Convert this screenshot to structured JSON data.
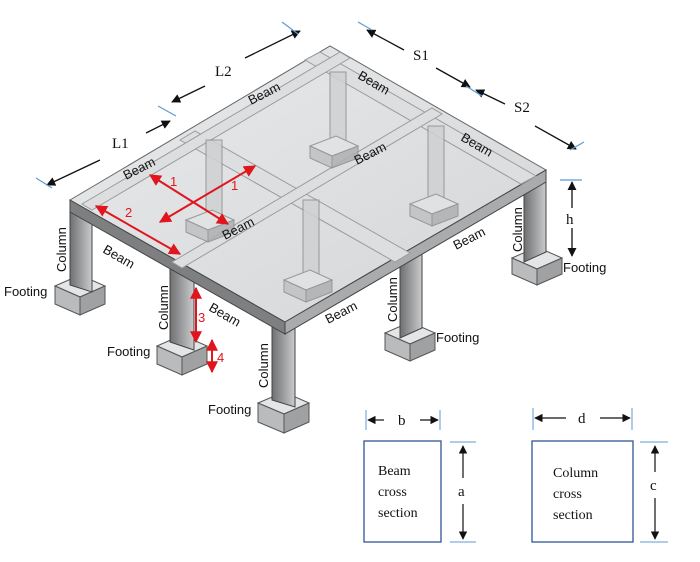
{
  "labels": {
    "beam": "Beam",
    "column": "Column",
    "footing": "Footing"
  },
  "dimensions": {
    "l1": "L1",
    "l2": "L2",
    "s1": "S1",
    "s2": "S2",
    "h": "h",
    "b": "b",
    "a": "a",
    "d": "d",
    "c": "c"
  },
  "markers": {
    "m1": "1",
    "m2": "2",
    "m3": "3",
    "m4": "4"
  },
  "beam_section": {
    "line1": "Beam",
    "line2": "cross",
    "line3": "section"
  },
  "column_section": {
    "line1": "Column",
    "line2": "cross",
    "line3": "section"
  },
  "colors": {
    "marker": "#e0161e",
    "box_border": "#2f5597",
    "dim_tick": "#5b9bd5"
  }
}
